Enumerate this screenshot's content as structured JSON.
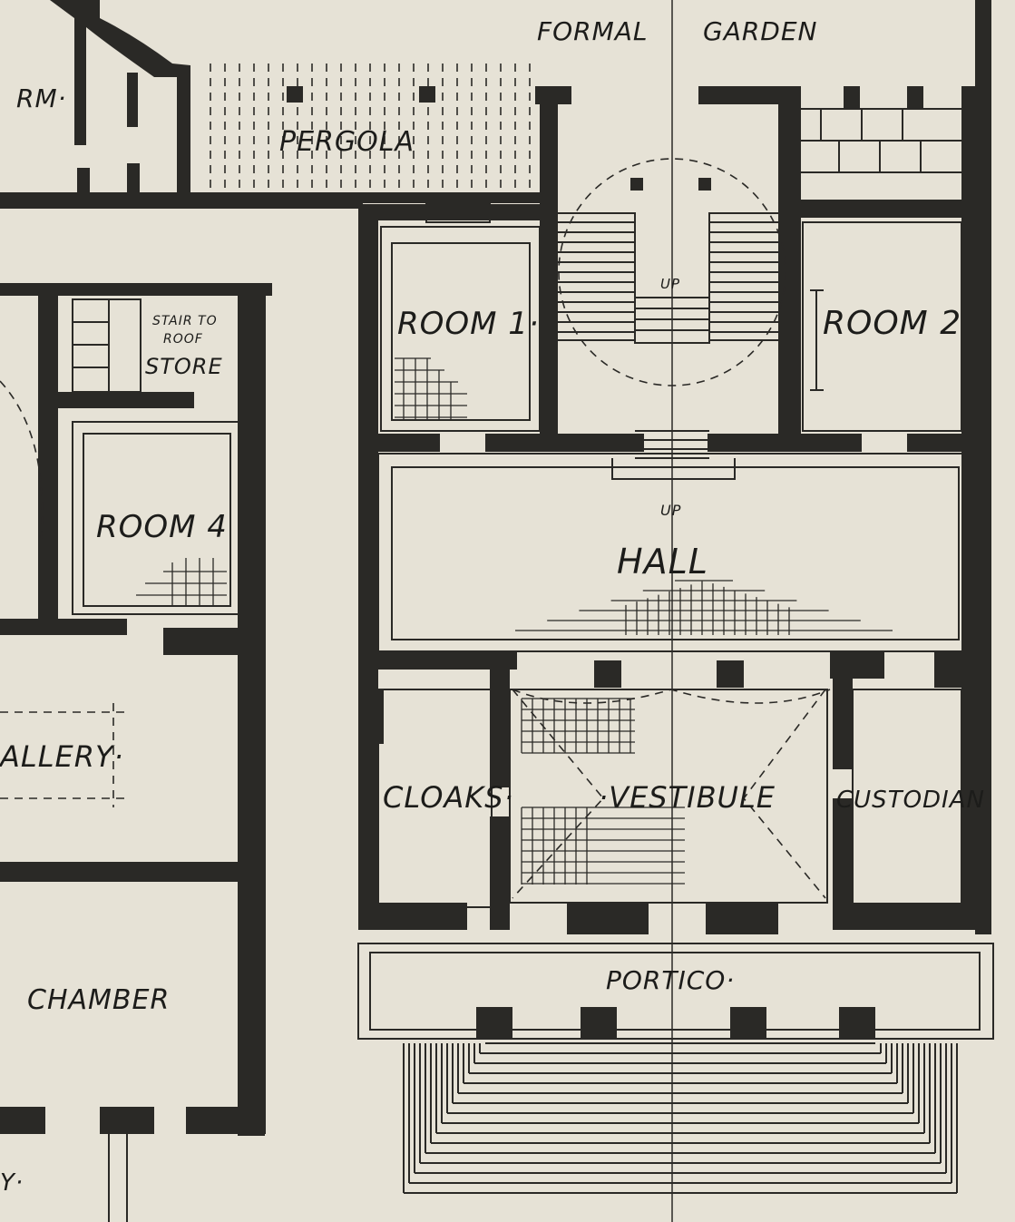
{
  "colors": {
    "paper": "#e6e2d6",
    "ink": "#2a2926"
  },
  "labels": {
    "rm": "RM·",
    "formal": "FORMAL",
    "garden": "GARDEN",
    "pergola": "PERGOLA",
    "stair_to_roof_1": "STAIR TO",
    "stair_to_roof_2": "ROOF",
    "store": "STORE",
    "room1": "ROOM 1·",
    "room2": "ROOM 2",
    "room4": "ROOM 4",
    "up_stair": "UP",
    "up_hall": "UP",
    "hall": "HALL",
    "gallery": "ALLERY·",
    "cloaks": "CLOAKS·",
    "vestibule": "·VESTIBULE",
    "custodian": "CUSTODIAN",
    "portico": "PORTICO·",
    "chamber": "CHAMBER",
    "corner": "Y·"
  }
}
